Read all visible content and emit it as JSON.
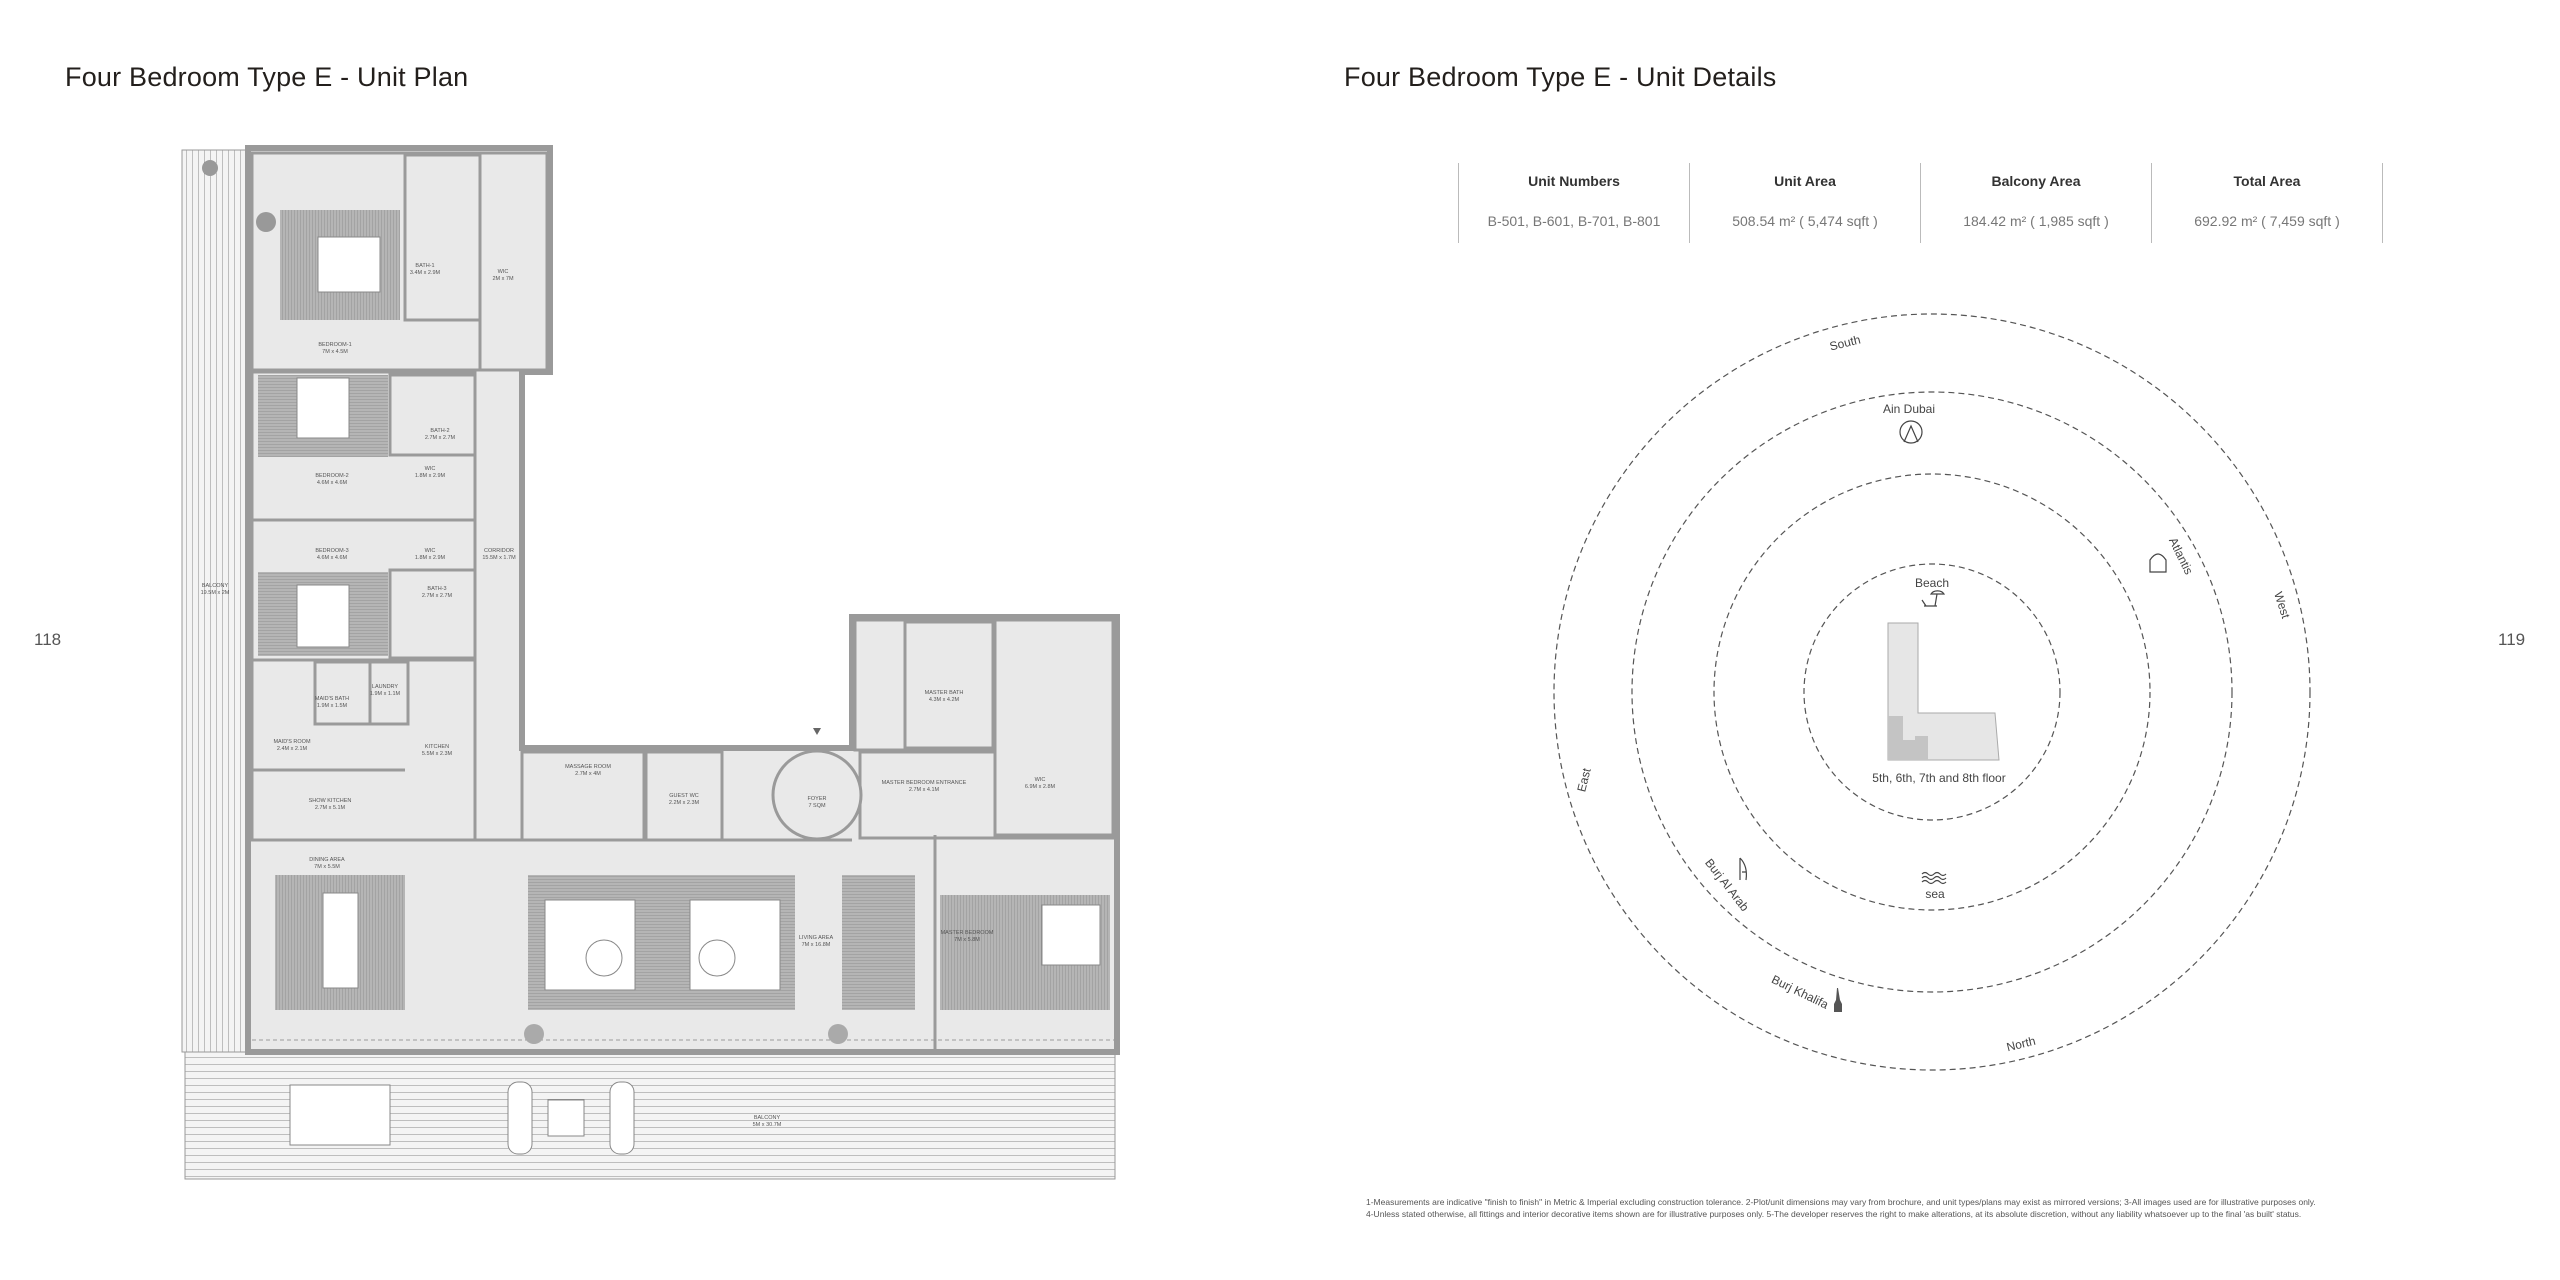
{
  "left_page": {
    "title": "Four Bedroom Type E - Unit Plan",
    "page_number": "118"
  },
  "right_page": {
    "title": "Four Bedroom Type E - Unit Details",
    "page_number": "119"
  },
  "unit_table": {
    "columns": [
      {
        "header": "Unit Numbers",
        "value": "B-501, B-601, B-701, B-801"
      },
      {
        "header": "Unit Area",
        "value": "508.54 m² ( 5,474 sqft )"
      },
      {
        "header": "Balcony Area",
        "value": "184.42 m² ( 1,985 sqft )"
      },
      {
        "header": "Total Area",
        "value": "692.92 m² ( 7,459 sqft )"
      }
    ]
  },
  "orientation": {
    "directions": {
      "south": "South",
      "west": "West",
      "north": "North",
      "east": "East"
    },
    "landmarks": {
      "ain_dubai": "Ain Dubai",
      "atlantis": "Atlantis",
      "beach": "Beach",
      "sea": "sea",
      "burj_al_arab": "Burj Al Arab",
      "burj_khalifa": "Burj Khalifa"
    },
    "floor_label": "5th, 6th, 7th and 8th floor"
  },
  "plan_rooms": [
    {
      "name": "BEDROOM-1",
      "dims": "7M x 4.5M"
    },
    {
      "name": "BATH-1",
      "dims": "3.4M x 2.9M"
    },
    {
      "name": "WIC",
      "dims": "2M x 7M"
    },
    {
      "name": "BEDROOM-2",
      "dims": "4.6M x 4.6M"
    },
    {
      "name": "BATH-2",
      "dims": "2.7M x 2.7M"
    },
    {
      "name": "WIC",
      "dims": "1.8M x 2.9M"
    },
    {
      "name": "BEDROOM-3",
      "dims": "4.6M x 4.6M"
    },
    {
      "name": "WIC",
      "dims": "1.8M x 2.9M"
    },
    {
      "name": "CORRIDOR",
      "dims": "15.5M x 1.7M"
    },
    {
      "name": "BATH-3",
      "dims": "2.7M x 2.7M"
    },
    {
      "name": "BALCONY",
      "dims": "19.5M x 2M"
    },
    {
      "name": "MAID'S BATH",
      "dims": "1.9M x 1.5M"
    },
    {
      "name": "LAUNDRY",
      "dims": "1.9M x 1.1M"
    },
    {
      "name": "MAID'S ROOM",
      "dims": "2.4M x 2.1M"
    },
    {
      "name": "KITCHEN",
      "dims": "5.5M x 2.3M"
    },
    {
      "name": "SHOW KITCHEN",
      "dims": "2.7M x 5.1M"
    },
    {
      "name": "MASSAGE ROOM",
      "dims": "2.7M x 4M"
    },
    {
      "name": "GUEST WC",
      "dims": "2.2M x 2.3M"
    },
    {
      "name": "FOYER",
      "dims": "7 SQM"
    },
    {
      "name": "MASTER BATH",
      "dims": "4.3M x 4.2M"
    },
    {
      "name": "MASTER BEDROOM ENTRANCE",
      "dims": "2.7M x 4.1M"
    },
    {
      "name": "WIC",
      "dims": "6.9M x 2.8M"
    },
    {
      "name": "DINING AREA",
      "dims": "7M x 5.5M"
    },
    {
      "name": "LIVING AREA",
      "dims": "7M x 16.8M"
    },
    {
      "name": "MASTER BEDROOM",
      "dims": "7M x 5.8M"
    },
    {
      "name": "BALCONY",
      "dims": "5M x 30.7M"
    }
  ],
  "footnotes": [
    "1-Measurements are indicative \"finish to finish\" in Metric & Imperial excluding construction tolerance. 2-Plot/unit dimensions may vary from brochure, and unit types/plans may exist as mirrored versions; 3-All images used are for illustrative purposes only.",
    "4-Unless stated otherwise, all fittings and interior decorative items shown are for illustrative purposes only. 5-The developer reserves the right to make alterations, at its absolute discretion, without any liability whatsoever up to the final 'as built' status."
  ],
  "colors": {
    "wall": "#9a9a9a",
    "floor": "#e9e9e9",
    "rug": "#a8a8a8",
    "text": "#231f1c",
    "building_dark": "#c4c4c4",
    "building_light": "#e6e6e6"
  }
}
